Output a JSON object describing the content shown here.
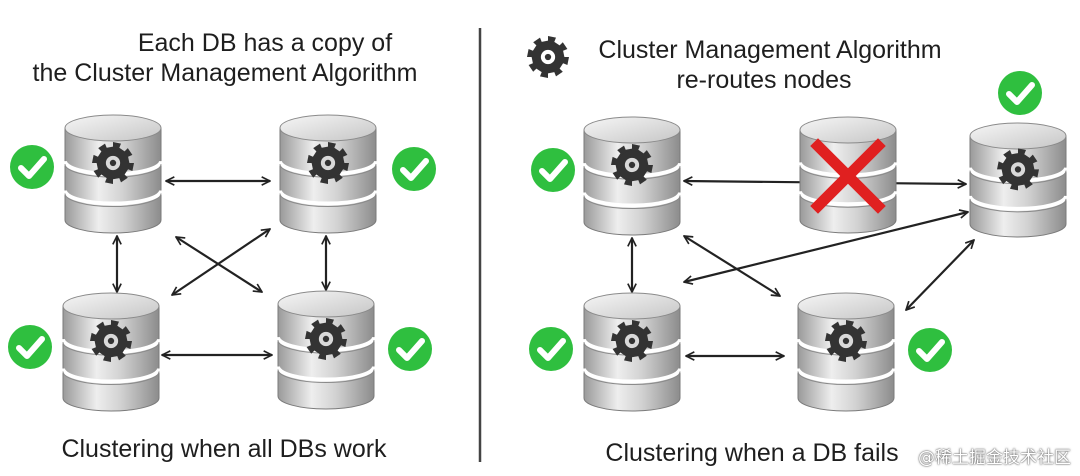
{
  "left_panel": {
    "title_line1": "Each DB has a copy of",
    "title_line2": "the Cluster Management Algorithm",
    "caption": "Clustering when all DBs work"
  },
  "right_panel": {
    "title_line1": "Cluster Management Algorithm",
    "title_line2": "re-routes nodes",
    "caption": "Clustering when a DB fails"
  },
  "watermark": "@稀土掘金技术社区",
  "colors": {
    "check_green": "#2fbf3f",
    "fail_red": "#e02020",
    "gear_dark": "#333333",
    "arrow": "#222222",
    "divider": "#444444"
  },
  "icons": [
    "gear-icon",
    "check-icon",
    "cross-icon",
    "database-icon"
  ]
}
